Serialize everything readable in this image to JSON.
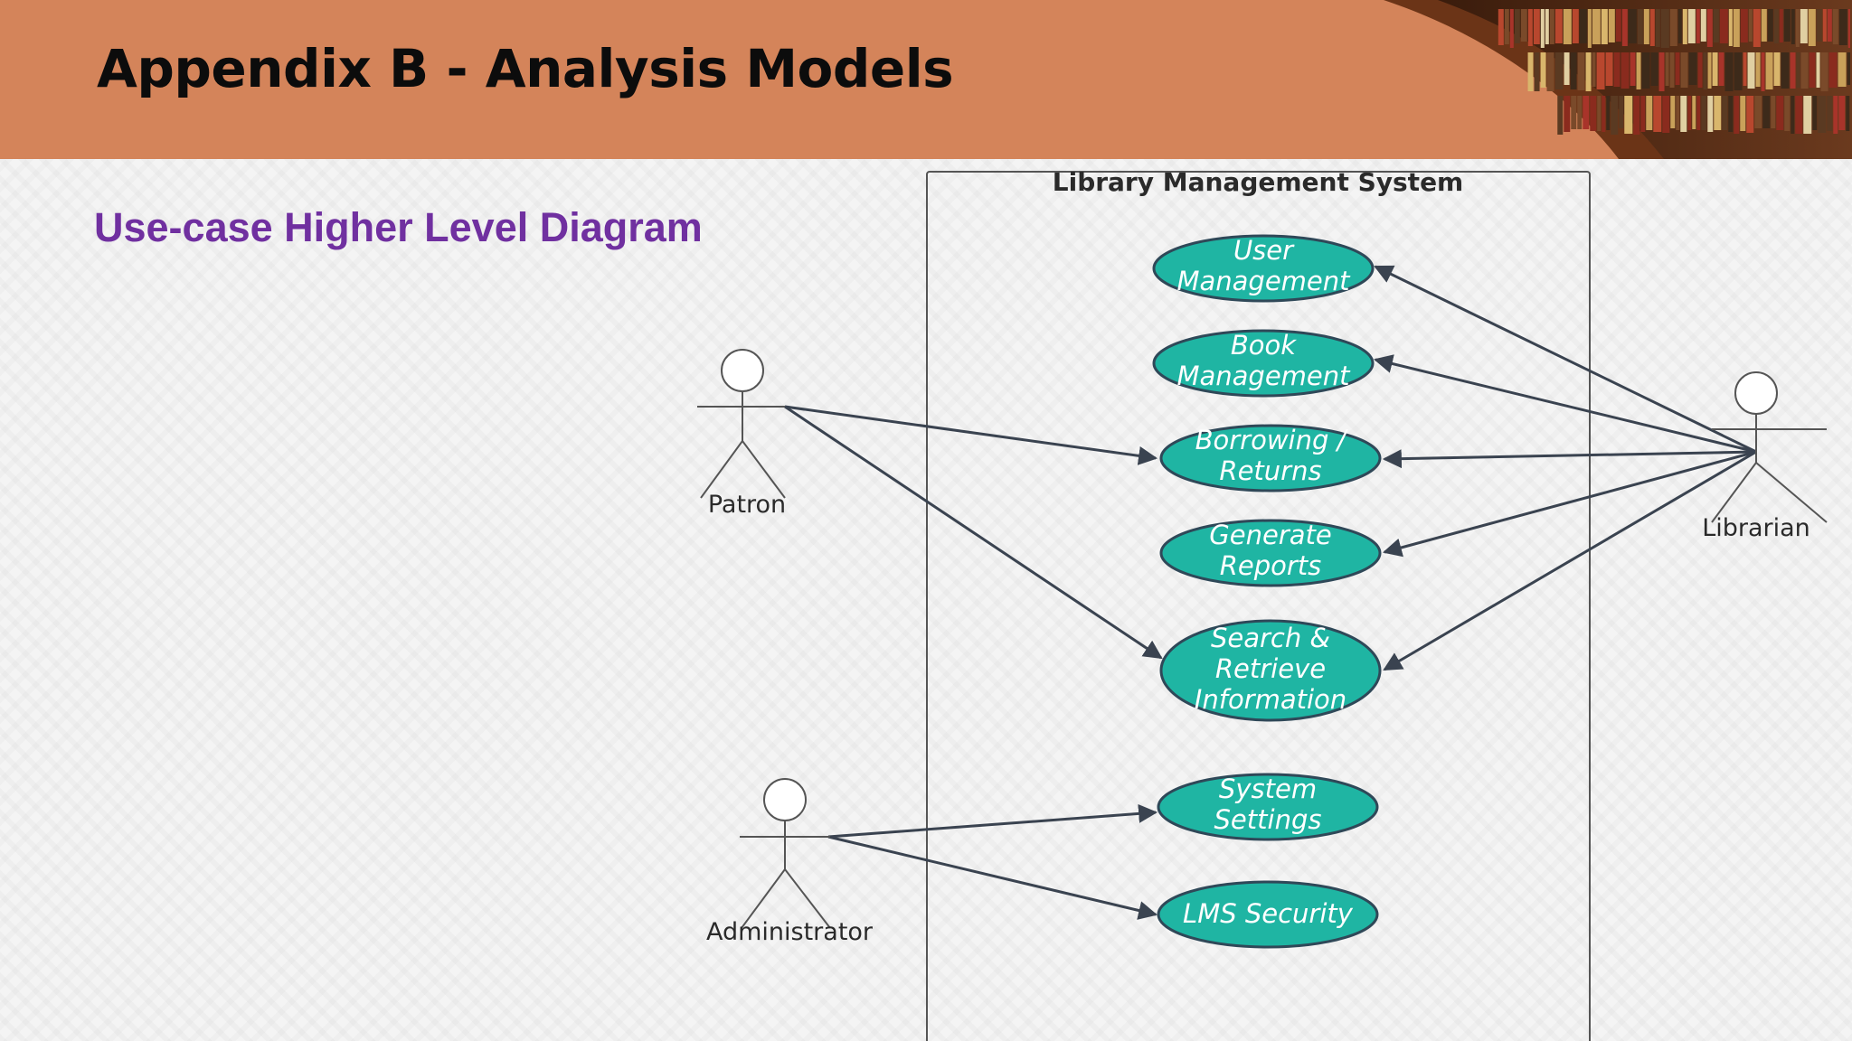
{
  "slide": {
    "title": "Appendix B - Analysis Models",
    "subtitle": "Use-case Higher Level Diagram"
  },
  "colors": {
    "header": "#d4845a",
    "title": "#0c0c0c",
    "subtitle": "#7030a0",
    "usecase_fill": "#1fb5a3",
    "usecase_stroke": "#2f4858",
    "line": "#3a4350"
  },
  "diagram": {
    "system_name": "Library Management System",
    "actors": {
      "patron": "Patron",
      "librarian": "Librarian",
      "administrator": "Administrator"
    },
    "use_cases": {
      "user_management": [
        "User",
        "Management"
      ],
      "book_management": [
        "Book",
        "Management"
      ],
      "borrowing_returns": [
        "Borrowing /",
        "Returns"
      ],
      "generate_reports": [
        "Generate",
        "Reports"
      ],
      "search_retrieve": [
        "Search &",
        "Retrieve",
        "Information"
      ],
      "system_settings": [
        "System",
        "Settings"
      ],
      "lms_security": [
        "LMS Security"
      ]
    },
    "associations": [
      {
        "from": "patron",
        "to": "borrowing_returns"
      },
      {
        "from": "patron",
        "to": "search_retrieve"
      },
      {
        "from": "librarian",
        "to": "user_management"
      },
      {
        "from": "librarian",
        "to": "book_management"
      },
      {
        "from": "librarian",
        "to": "borrowing_returns"
      },
      {
        "from": "librarian",
        "to": "generate_reports"
      },
      {
        "from": "librarian",
        "to": "search_retrieve"
      },
      {
        "from": "administrator",
        "to": "system_settings"
      },
      {
        "from": "administrator",
        "to": "lms_security"
      }
    ]
  }
}
